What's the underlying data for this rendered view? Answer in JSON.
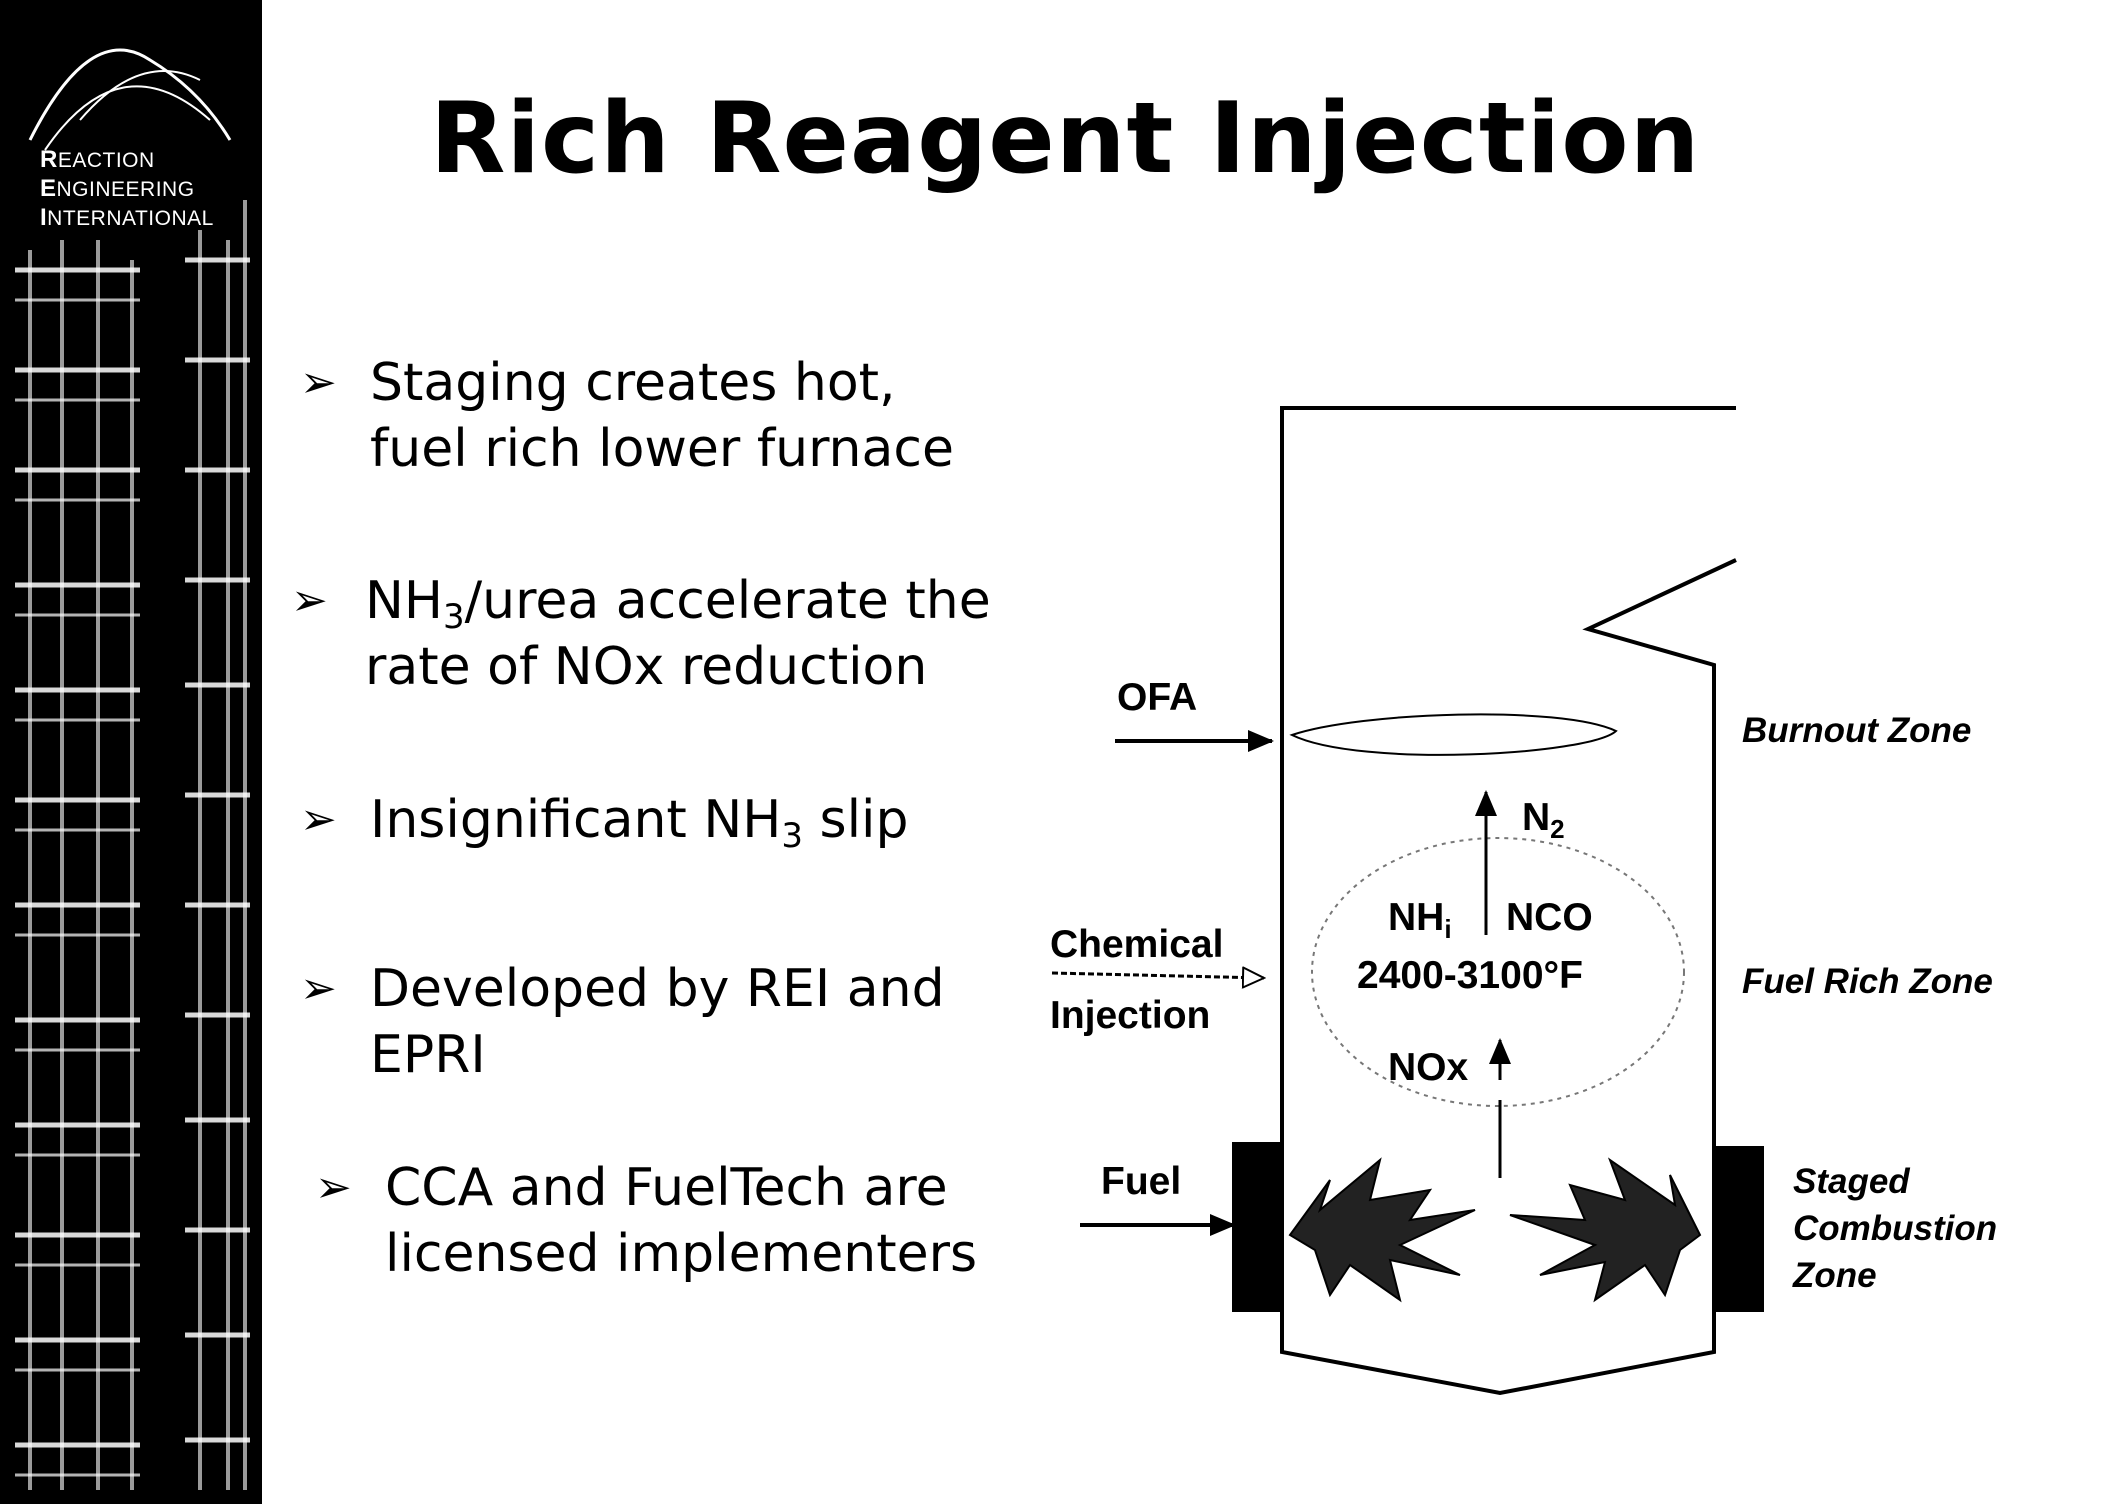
{
  "logo": {
    "line1": "EACTION",
    "line2": "NGINEERING",
    "line3": "NTERNATIONAL"
  },
  "title": "Rich Reagent Injection",
  "bullets": [
    {
      "line1": "Staging creates hot,",
      "line2": "fuel rich lower furnace"
    },
    {
      "pre": "NH",
      "sub": "3",
      "post": "/urea accelerate the",
      "line2": "rate of NOx reduction"
    },
    {
      "pre": "Insignificant NH",
      "sub": "3",
      "post": " slip"
    },
    {
      "line1": "Developed by REI and",
      "line2": "EPRI"
    },
    {
      "line1": "CCA and FuelTech are",
      "line2": "licensed implementers"
    }
  ],
  "diagram": {
    "ofa": "OFA",
    "chemical": "Chemical",
    "injection": "Injection",
    "fuel": "Fuel",
    "n2": {
      "base": "N",
      "sub": "2"
    },
    "nhi": {
      "base": "NH",
      "sub": "i"
    },
    "nco": "NCO",
    "temperature": "2400-3100°F",
    "nox": "NOx",
    "zones": {
      "burnout": "Burnout Zone",
      "fuel_rich": "Fuel Rich Zone",
      "staged_line1": "Staged",
      "staged_line2": "Combustion",
      "staged_line3": "Zone"
    }
  }
}
